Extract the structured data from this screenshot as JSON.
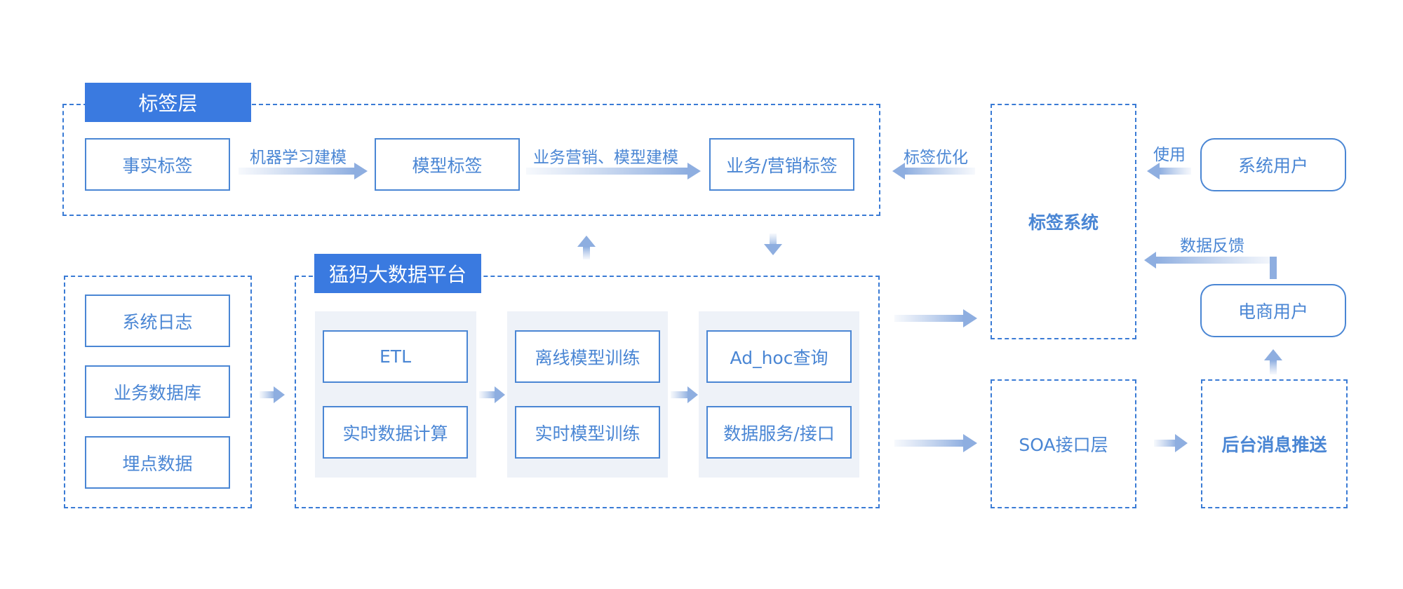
{
  "tag_layer": {
    "title": "标签层",
    "boxes": [
      "事实标签",
      "模型标签",
      "业务/营销标签"
    ],
    "arrow_labels": [
      "机器学习建模",
      "业务营销、模型建模"
    ]
  },
  "sources": [
    "系统日志",
    "业务数据库",
    "埋点数据"
  ],
  "platform": {
    "title": "猛犸大数据平台",
    "col1": [
      "ETL",
      "实时数据计算"
    ],
    "col2": [
      "离线模型训练",
      "实时模型训练"
    ],
    "col3": [
      "Ad_hoc查询",
      "数据服务/接口"
    ]
  },
  "tag_system": "标签系统",
  "soa_layer": "SOA接口层",
  "backend_push": "后台消息推送",
  "users": {
    "system_user": "系统用户",
    "ecom_user": "电商用户"
  },
  "labels": {
    "tag_optimize": "标签优化",
    "use": "使用",
    "data_feedback": "数据反馈"
  },
  "colors": {
    "primary": "#3a7ae0",
    "line": "#4a86d4",
    "panel": "#eef2f8"
  }
}
